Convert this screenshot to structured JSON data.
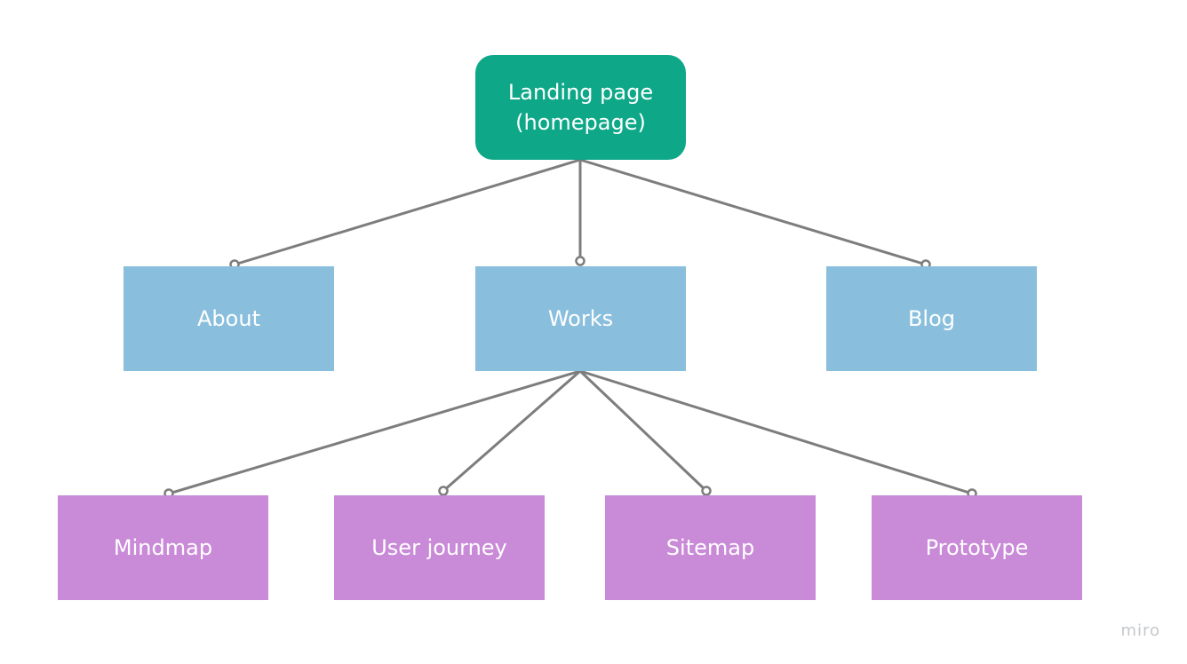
{
  "diagram": {
    "root": {
      "label": "Landing page (homepage)",
      "line1": "Landing page",
      "line2": "(homepage)"
    },
    "level1": [
      {
        "label": "About"
      },
      {
        "label": "Works"
      },
      {
        "label": "Blog"
      }
    ],
    "level2": [
      {
        "label": "Mindmap"
      },
      {
        "label": "User journey"
      },
      {
        "label": "Sitemap"
      },
      {
        "label": "Prototype"
      }
    ],
    "edges": [
      [
        "Landing page (homepage)",
        "About"
      ],
      [
        "Landing page (homepage)",
        "Works"
      ],
      [
        "Landing page (homepage)",
        "Blog"
      ],
      [
        "Works",
        "Mindmap"
      ],
      [
        "Works",
        "User journey"
      ],
      [
        "Works",
        "Sitemap"
      ],
      [
        "Works",
        "Prototype"
      ]
    ],
    "colors": {
      "root": "#0ea888",
      "level1": "#89bfdd",
      "level2": "#c98ad8",
      "connector": "#7d7d7d"
    }
  },
  "watermark": "miro"
}
